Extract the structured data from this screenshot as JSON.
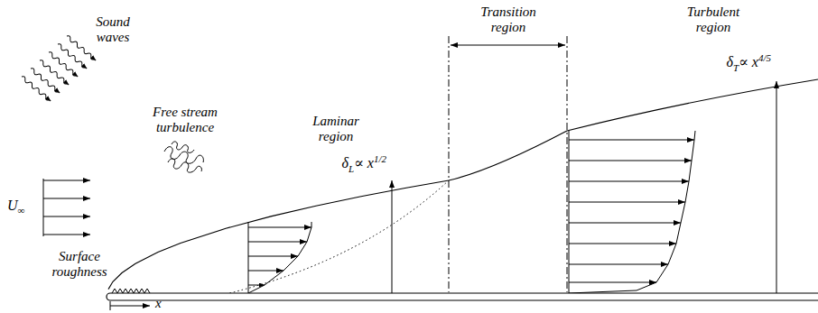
{
  "diagram": {
    "labels": [
      "Sound waves",
      "Free stream turbulence",
      "U",
      "∞",
      "Surface roughness",
      "Laminar region",
      "δ",
      "L",
      "∝ x",
      "1/2",
      "Transition region",
      "Turbulent region",
      "δ",
      "T",
      "∝ x",
      "4/5",
      "x"
    ]
  }
}
